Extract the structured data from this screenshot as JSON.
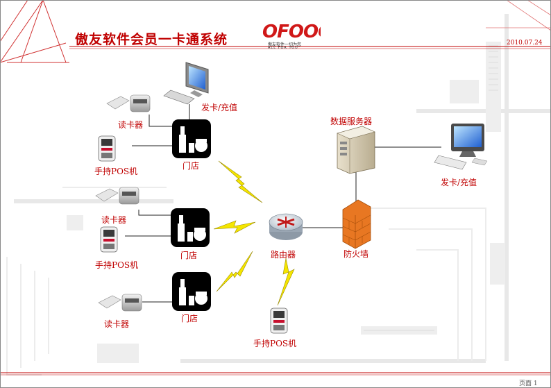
{
  "slide": {
    "title": "傲友软件会员一卡通系统",
    "date": "2010.07.24",
    "page_label": "页面 1",
    "brand": {
      "logo_text": "OFOOO",
      "tagline": "傲友软件一切为您",
      "tagline_en": "ALL FOR YOU"
    }
  },
  "nodes": {
    "issue_terminal_top": "发卡/充值",
    "issue_terminal_right": "发卡/充值",
    "data_server": "数据服务器",
    "router": "路由器",
    "firewall": "防火墙",
    "store_1": "门店",
    "store_2": "门店",
    "store_3": "门店",
    "reader_1": "读卡器",
    "reader_2": "读卡器",
    "reader_3": "读卡器",
    "pos_1": "手持POS机",
    "pos_2": "手持POS机",
    "pos_bottom": "手持POS机"
  },
  "colors": {
    "accent": "#c00000",
    "lightning": "#f5e600",
    "firewall": "#e87722",
    "store_tile": "#000000"
  },
  "icons": [
    "computer-icon",
    "server-icon",
    "router-icon",
    "firewall-icon",
    "store-icon",
    "card-reader-icon",
    "pos-terminal-icon",
    "lightning-icon"
  ]
}
